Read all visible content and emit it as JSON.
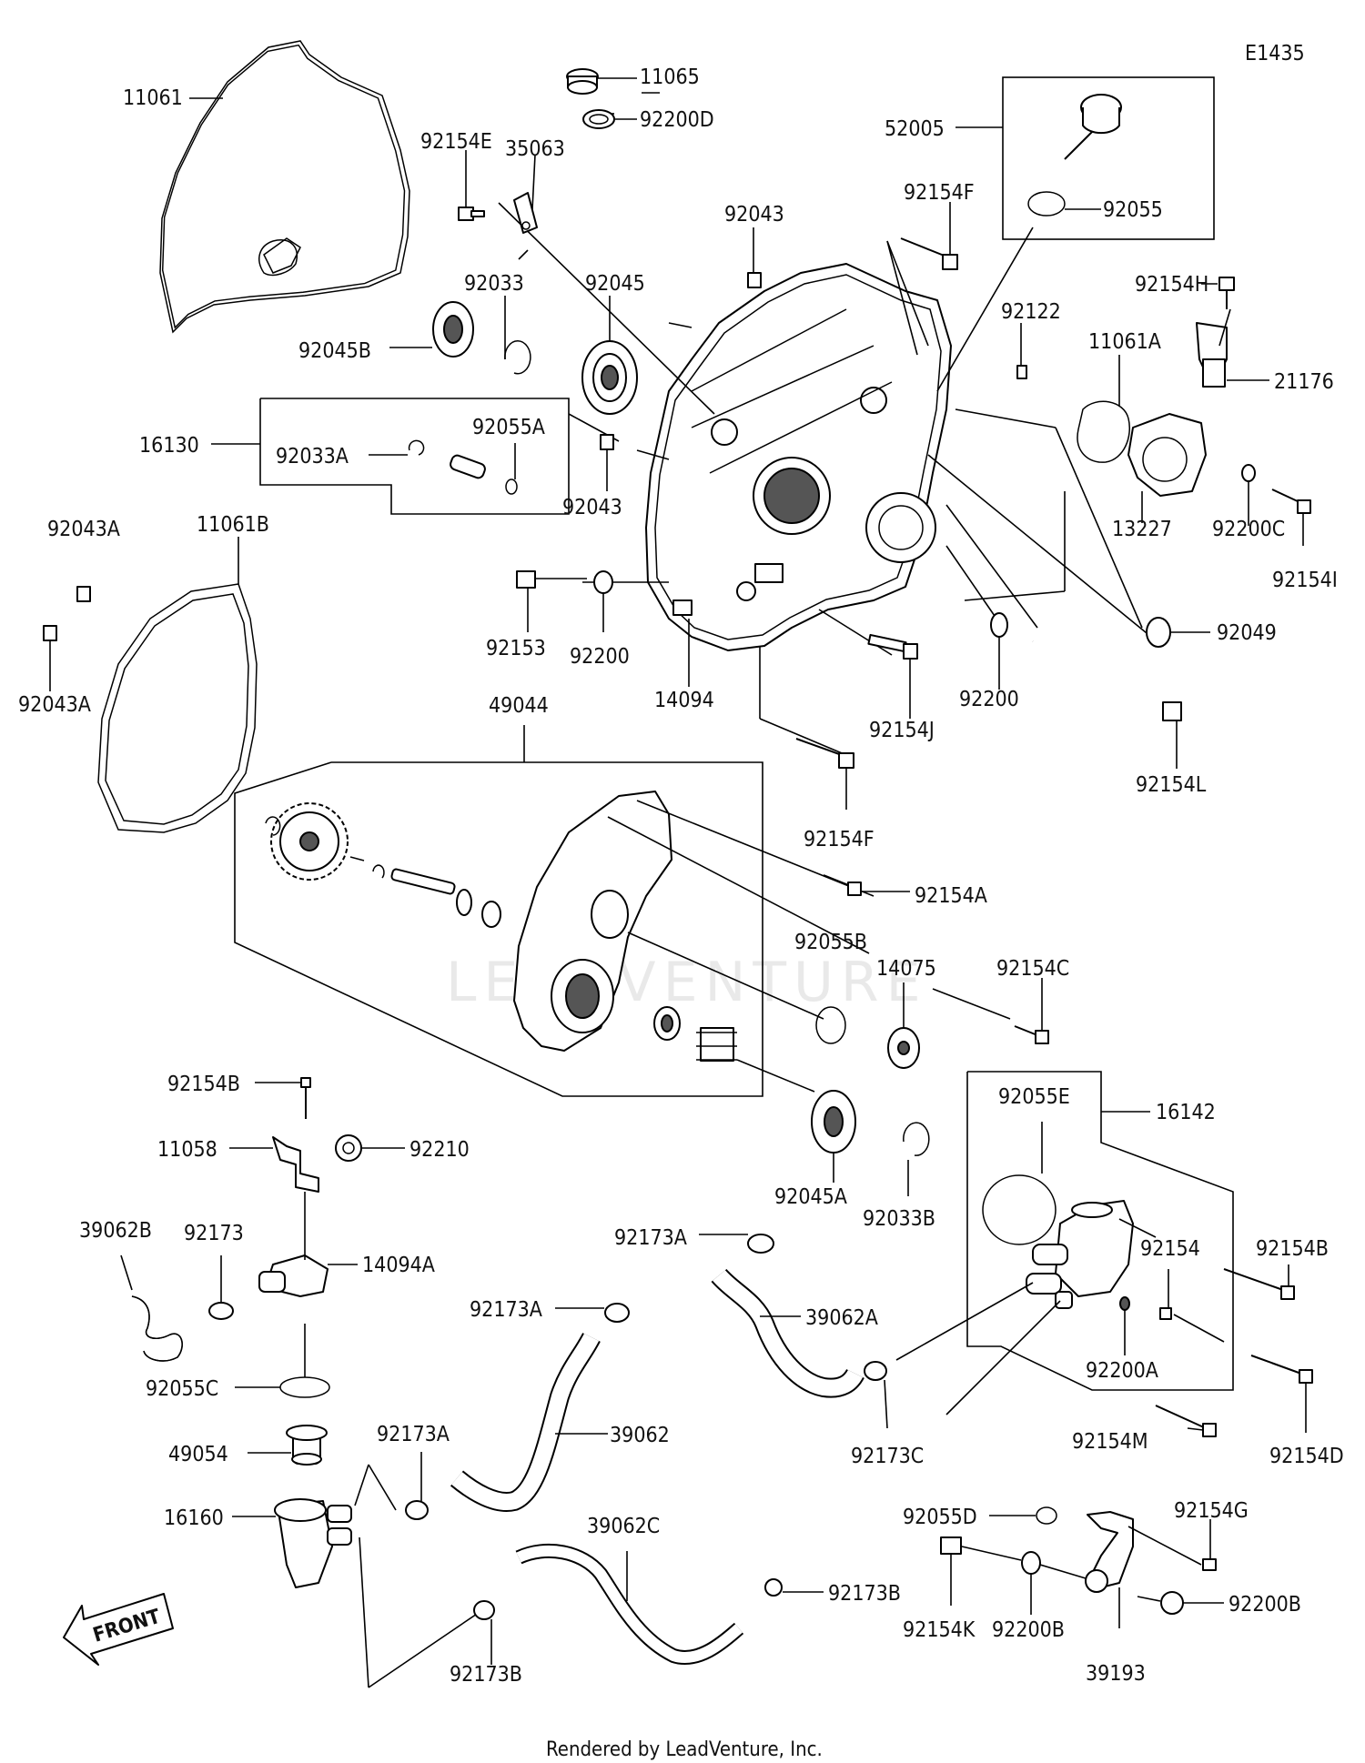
{
  "diagram": {
    "code": "E1435",
    "footer": "Rendered by LeadVenture, Inc.",
    "watermark": "LEADVENTURE",
    "front_label": "FRONT",
    "labels": [
      "11061",
      "11065",
      "92200D",
      "92154E",
      "35063",
      "52005",
      "92055",
      "92154F",
      "92043",
      "92045",
      "92154H",
      "92033",
      "92122",
      "11061A",
      "21176",
      "92045B",
      "16130",
      "92033A",
      "92055A",
      "92043",
      "13227",
      "92200C",
      "92154I",
      "92043A",
      "11061B",
      "92153",
      "92200",
      "14094",
      "92049",
      "92043A",
      "92154J",
      "92200",
      "92154L",
      "49044",
      "92154F",
      "92154A",
      "92055B",
      "14075",
      "92154C",
      "92055E",
      "16142",
      "92154B",
      "92210",
      "11058",
      "92045A",
      "92033B",
      "92154B",
      "39062B",
      "92173",
      "14094A",
      "92173A",
      "92154",
      "92173A",
      "39062A",
      "92055C",
      "92200A",
      "39062",
      "92173C",
      "49054",
      "92173A",
      "92154M",
      "92154D",
      "39062C",
      "16160",
      "92055D",
      "92154G",
      "92173B",
      "92154K",
      "92200B",
      "92200B",
      "92173B",
      "39193"
    ]
  }
}
